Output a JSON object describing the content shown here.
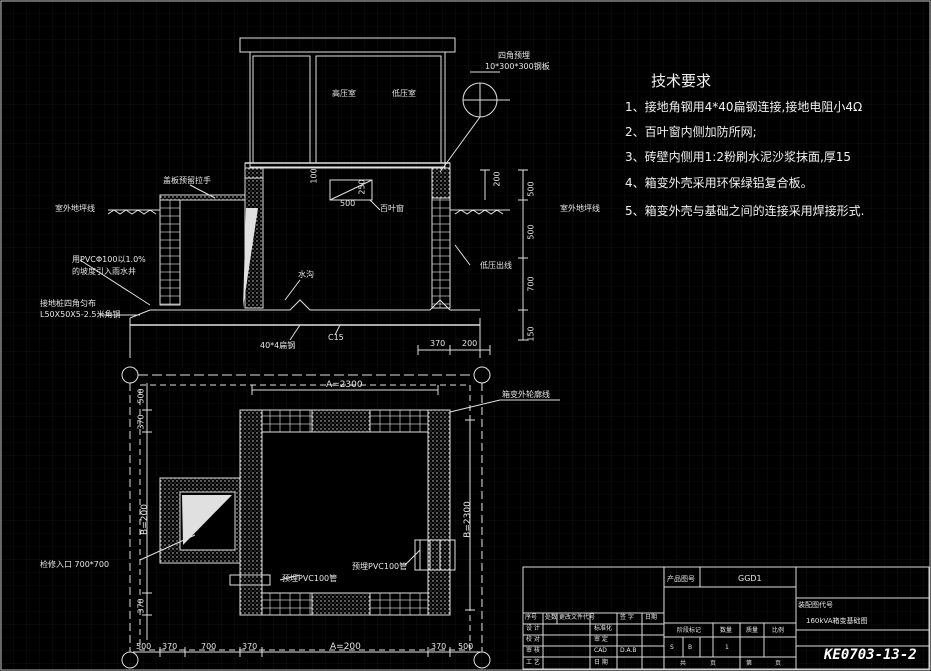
{
  "requirements": {
    "title": "技术要求",
    "items": [
      "1、接地角钢用4*40扁钢连接,接地电阻小4Ω",
      "2、百叶窗内侧加防所网;",
      "3、砖壁内侧用1:2粉刷水泥沙浆抹面,厚15",
      "4、箱变外壳采用环保绿铝复合板。",
      "5、箱变外壳与基础之间的连接采用焊接形式."
    ]
  },
  "elevation": {
    "embedded_plate": "四角预埋",
    "embedded_plate_spec": "10*300*300钢板",
    "hv_room": "高压室",
    "lv_room": "低压室",
    "cover_handle": "盖板预留拉手",
    "ground_line_left": "室外地坪线",
    "ground_line_right": "室外地坪线",
    "louver": "百叶窗",
    "pvc_note_1": "用PVCΦ100以1.0%",
    "pvc_note_2": "的坡度引入雨水井",
    "ground_angle_1": "接地桩四角匀布",
    "ground_angle_2": "L50X50X5-2.5米角钢",
    "ditch": "水沟",
    "lv_outlet": "低压出线",
    "flat_steel": "40*4扁钢",
    "concrete": "C15",
    "dims": [
      "200",
      "500",
      "500",
      "700",
      "150",
      "370",
      "200",
      "100",
      "250",
      "500"
    ]
  },
  "plan": {
    "outline_label": "箱变外轮廓线",
    "dim_a_top": "A=2300",
    "dim_a_bottom": "A=200",
    "dim_b_left": "B=200",
    "dim_b_right": "B=2300",
    "manhole": "检修入口 700*700",
    "pvc_left": "预埋PVC100管",
    "pvc_right": "预埋PVC100管",
    "bottom_dims": [
      "500",
      "370",
      "700",
      "370",
      "370",
      "500"
    ],
    "side_dims": [
      "500",
      "370",
      "370"
    ]
  },
  "titleblock": {
    "product_code_label": "产品图号",
    "product_code": "GGD1",
    "part_name_label": "装配图代号",
    "drawing_name": "160kVA箱变基础图",
    "h_no": "序号",
    "h_zone": "处数",
    "h_docno": "更改文件代号",
    "h_sign": "签 字",
    "h_date": "日期",
    "r_design": "设 计",
    "r_std": "标准化",
    "r_check": "校 对",
    "r_review": "审 定",
    "r_audit": "审 核",
    "r_cad": "CAD",
    "r_dab": "D.A.B",
    "r_craft": "工 艺",
    "r_date": "日 期",
    "stage_label": "阶段标记",
    "qty_label": "数量",
    "weight_label": "质量",
    "scale_label": "比例",
    "stage_s": "S",
    "stage_b": "B",
    "qty": "1",
    "total_label": "共",
    "page_label": "页",
    "sheet_label": "第",
    "page_label2": "页",
    "drawing_number": "KE0703-13-2"
  }
}
